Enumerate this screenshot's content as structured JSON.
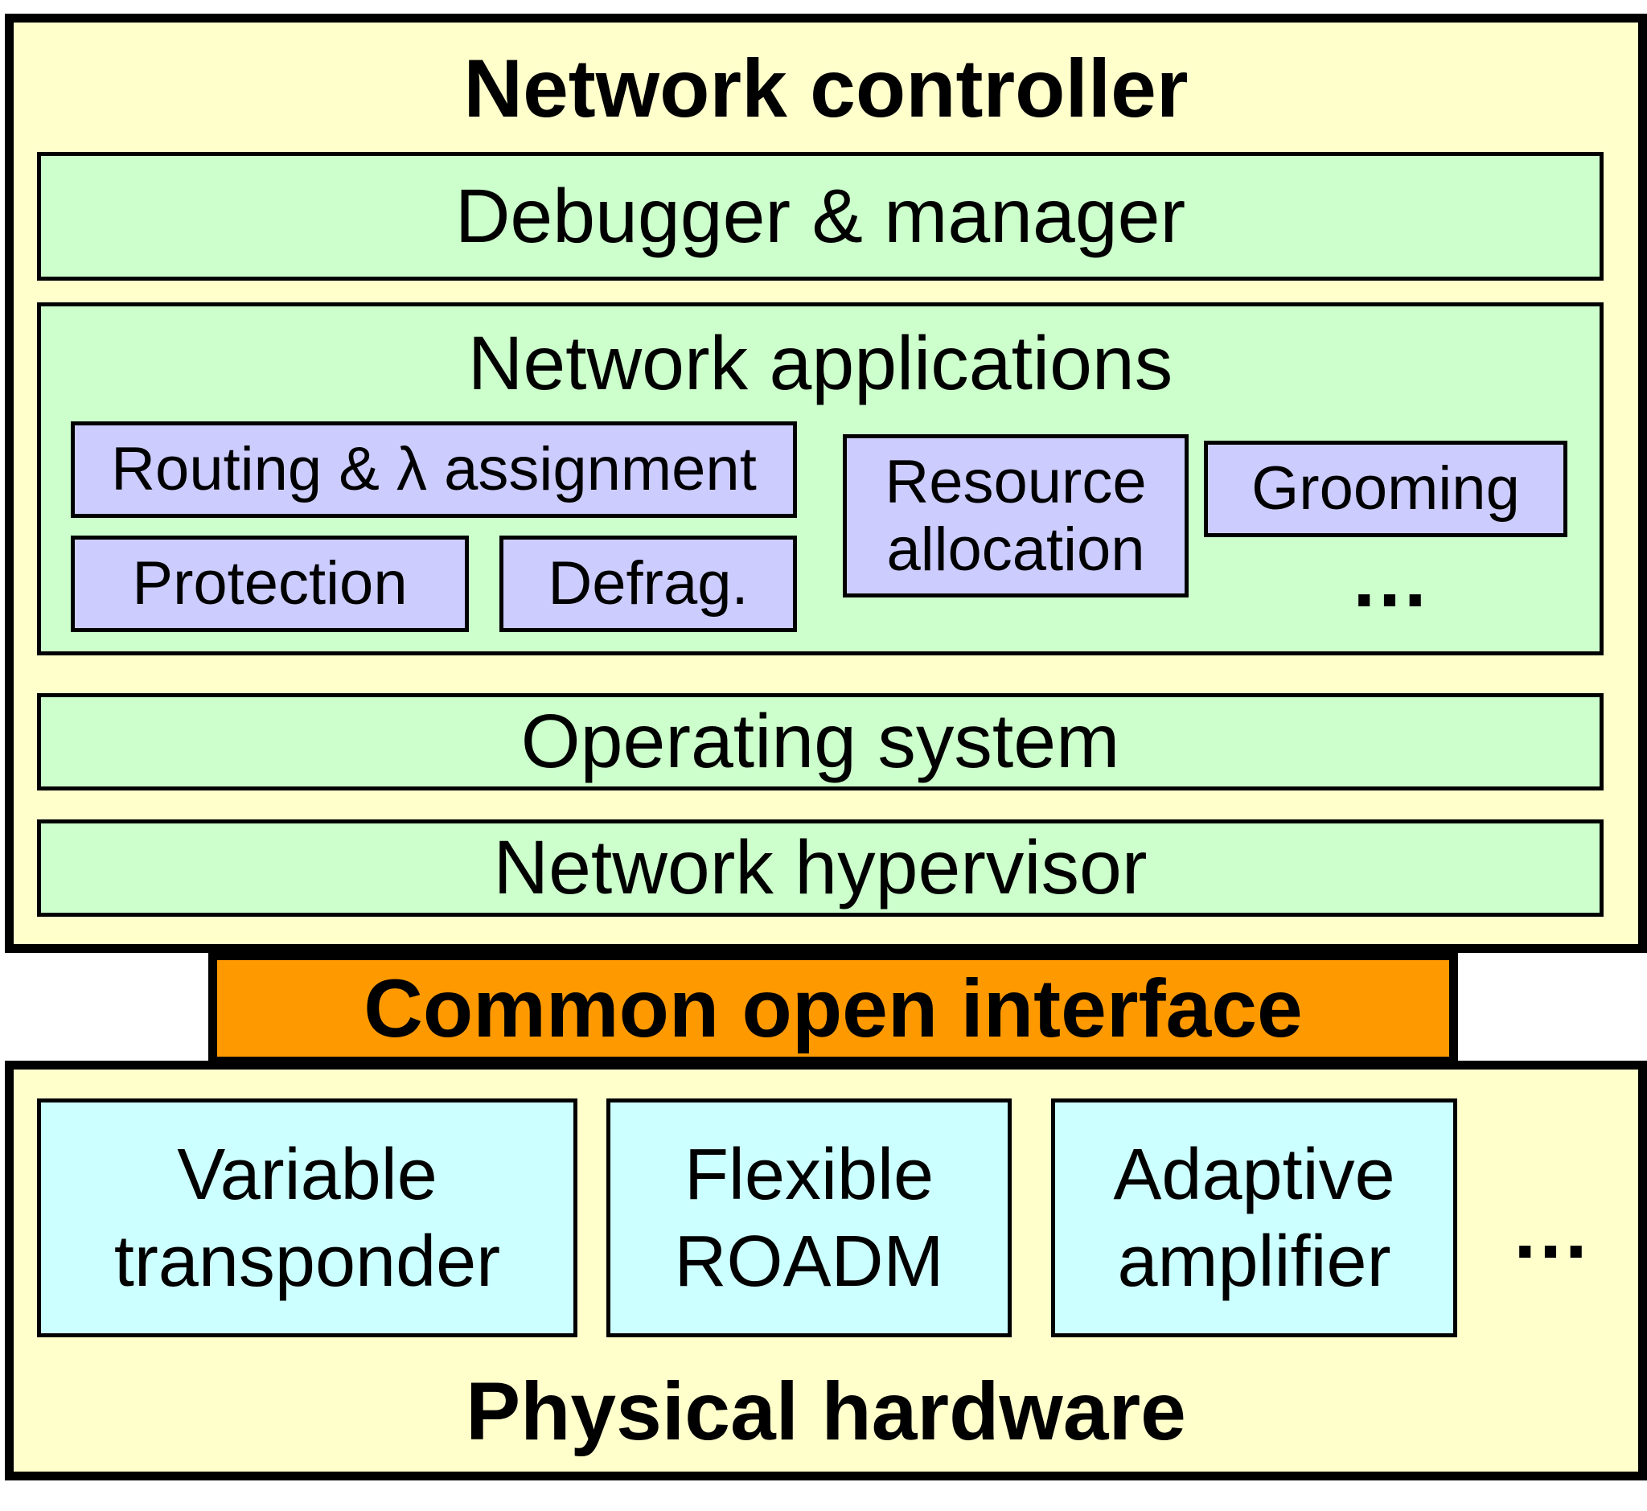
{
  "controller": {
    "title": "Network controller",
    "debugger": "Debugger & manager",
    "applications": {
      "title": "Network applications",
      "items": [
        "Routing & λ assignment",
        "Protection",
        "Defrag.",
        "Resource\nallocation",
        "Grooming"
      ],
      "more": "..."
    },
    "os": "Operating system",
    "hypervisor": "Network hypervisor"
  },
  "interface": {
    "title": "Common open interface"
  },
  "hardware": {
    "title": "Physical hardware",
    "items": [
      "Variable\ntransponder",
      "Flexible\nROADM",
      "Adaptive\namplifier"
    ],
    "more": "..."
  },
  "colors": {
    "outer": "#ffffcc",
    "layer": "#ccffcc",
    "application": "#ccccff",
    "device": "#ccffff",
    "interface": "#ff9900"
  }
}
